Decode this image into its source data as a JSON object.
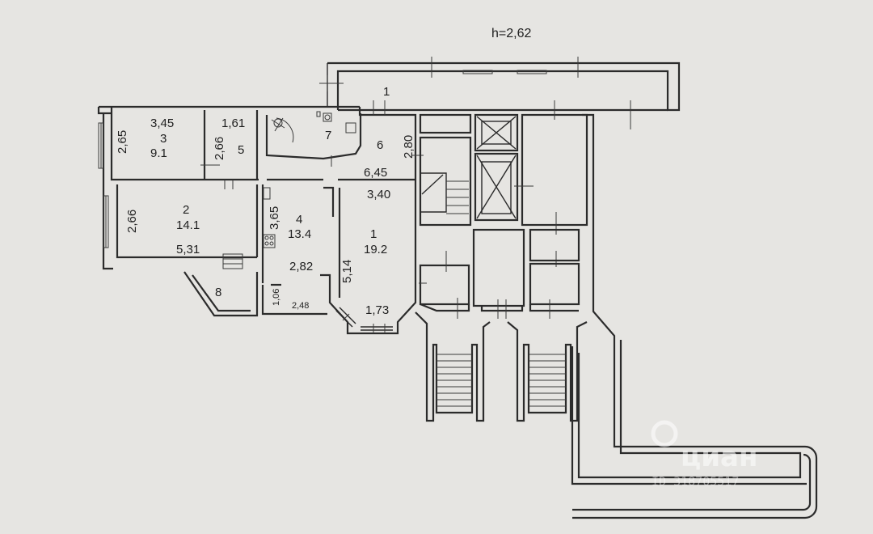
{
  "ceiling_height": "h=2,62",
  "rooms": {
    "r1_corridor": "1",
    "r3": {
      "num": "3",
      "area": "9.1",
      "width": "3,45",
      "height": "2,65"
    },
    "r5": {
      "num": "5",
      "width": "1,61",
      "height": "2,66"
    },
    "r7": {
      "num": "7"
    },
    "r6": {
      "num": "6",
      "height": "2,80",
      "width": "6,45"
    },
    "r2": {
      "num": "2",
      "area": "14.1",
      "height": "2,66",
      "width": "5,31"
    },
    "r4": {
      "num": "4",
      "area": "13.4",
      "height": "3,65",
      "width": "2,82"
    },
    "r1": {
      "num": "1",
      "area": "19.2",
      "width_top": "3,40",
      "height": "5,14",
      "width_bottom": "1,73"
    },
    "r8": {
      "num": "8"
    },
    "small": {
      "height": "1,06",
      "width": "2,48"
    }
  },
  "watermark": {
    "brand": "циан",
    "id": "ID 318705517"
  }
}
